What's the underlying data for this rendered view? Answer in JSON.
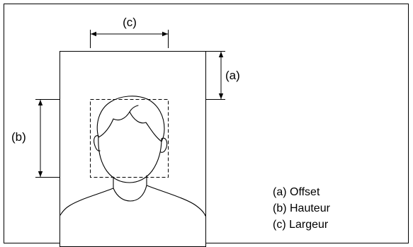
{
  "labels": {
    "offset": "(a)",
    "height": "(b)",
    "width": "(c)"
  },
  "legend": [
    "(a) Offset",
    "(b) Hauteur",
    "(c) Largeur"
  ],
  "colors": {
    "stroke": "#000000",
    "background": "#ffffff"
  }
}
